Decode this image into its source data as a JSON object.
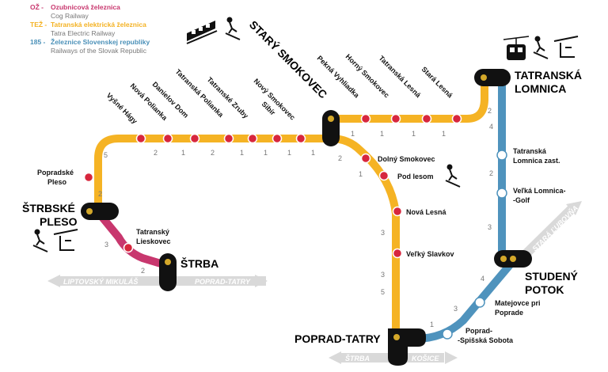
{
  "legend": [
    {
      "code": "OŽ -",
      "name": "Ozubnicová železnica",
      "sub": "Cog Railway",
      "color": "#c8376e"
    },
    {
      "code": "TEŽ -",
      "name": "Tatranská elektrická železnica",
      "sub": "Tatra Electric Railway",
      "color": "#f4b223"
    },
    {
      "code": "185 -",
      "name": "Železnice Slovenskej republiky",
      "sub": "Railways of the Slovak Republic",
      "color": "#4a90b8"
    }
  ],
  "colors": {
    "cog": "#c8376e",
    "tez": "#f5b324",
    "zsr": "#4f93bd",
    "stop": "#d7263d",
    "hub": "#111111",
    "hub_dot": "#d4a82a",
    "grey": "#cfcfcf"
  },
  "hubs": {
    "stary_smokovec": "STARÝ SMOKOVEC",
    "tatranska_lomnica_1": "TATRANSKÁ",
    "tatranska_lomnica_2": "LOMNICA",
    "strbske_pleso_1": "ŠTRBSKÉ",
    "strbske_pleso_2": "PLESO",
    "strba": "ŠTRBA",
    "studeny_potok_1": "STUDENÝ",
    "studeny_potok_2": "POTOK",
    "poprad_tatry": "POPRAD-TATRY"
  },
  "stations_top": [
    "Vyšné Hágy",
    "Nová Polianka",
    "Danielov Dom",
    "Tatranská Polianka",
    "Tatranské Zruby",
    "Nový Smokovec",
    "Sibír"
  ],
  "stations_right_top": [
    "Pekná Vyhliadka",
    "Horný Smokovec",
    "Tatranská Lesná",
    "Stará Lesná"
  ],
  "stations_mid": [
    "Dolný Smokovec",
    "Pod lesom",
    "Nová Lesná",
    "Veľký Slavkov"
  ],
  "stations_blue": [
    "Tatranská",
    "Lomnica zast.",
    "Veľká Lomnica-",
    "-Golf",
    "Matejovce pri",
    "Poprade",
    "Poprad-",
    "-Spišská Sobota"
  ],
  "stations_left": [
    "Popradské",
    "Pleso",
    "Tatranský",
    "Lieskovec"
  ],
  "directions": {
    "liptovsky": "LIPTOVSKÝ MIKULÁŠ",
    "poprad": "POPRAD-TATRY",
    "strba": "ŠTRBA",
    "kosice": "KOŠICE",
    "stara_lubovna": "STARÁ ĽUBOVŇA"
  },
  "times": {
    "top": [
      "5",
      "2",
      "1",
      "2",
      "1",
      "1",
      "1",
      "1"
    ],
    "right_top": [
      "1",
      "1",
      "1",
      "1",
      "2"
    ],
    "mid": [
      "2",
      "1",
      "3",
      "3",
      "5"
    ],
    "blue": [
      "4",
      "2",
      "3",
      "4",
      "3",
      "1"
    ],
    "left": [
      "2",
      "3",
      "2"
    ]
  }
}
